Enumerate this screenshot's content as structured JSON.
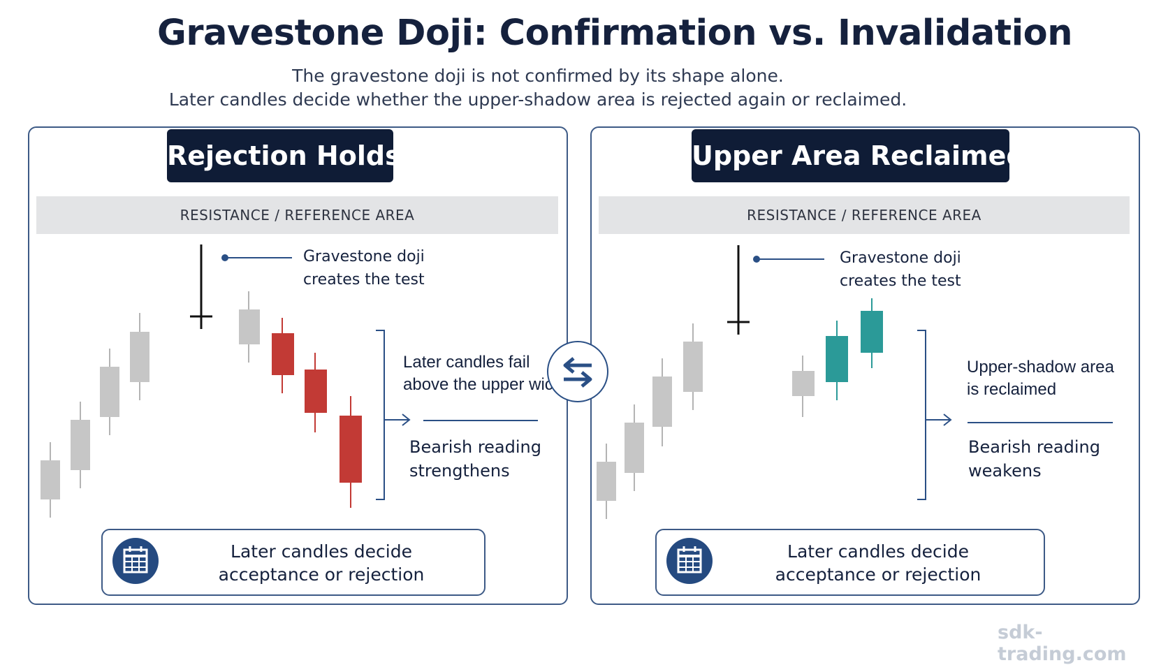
{
  "title": "Gravestone Doji: Confirmation vs. Invalidation",
  "subtitle": {
    "line1": "The gravestone doji is not confirmed by its shape alone.",
    "line2": "Later candles decide whether the upper-shadow area is rejected again or reclaimed."
  },
  "colors": {
    "navy": "#0f1c36",
    "border": "#3d5a86",
    "neutral_candle": "#c6c6c6",
    "bearish_candle": "#c23a35",
    "bullish_candle": "#2b9a98",
    "band": "#e3e4e6"
  },
  "left_panel": {
    "heading": "Rejection Holds",
    "band_label": "RESISTANCE / REFERENCE AREA",
    "doji_label": {
      "line1": "Gravestone doji",
      "line2": "creates the test"
    },
    "bracket_label": {
      "line1": "Later candles fail",
      "line2": "above the upper wick"
    },
    "outcome": {
      "line1": "Bearish reading",
      "line2": "strengthens"
    },
    "footer": {
      "icon": "calendar-icon",
      "line1": "Later candles decide",
      "line2": "acceptance or rejection"
    }
  },
  "right_panel": {
    "heading": "Upper Area Reclaimed",
    "band_label": "RESISTANCE / REFERENCE AREA",
    "doji_label": {
      "line1": "Gravestone doji",
      "line2": "creates the test"
    },
    "bracket_label": {
      "line1": "Upper-shadow area",
      "line2": "is reclaimed"
    },
    "outcome": {
      "line1": "Bearish reading",
      "line2": "weakens"
    },
    "footer": {
      "icon": "calendar-icon",
      "line1": "Later candles decide",
      "line2": "acceptance or rejection"
    }
  },
  "center_icon": "swap-arrows-icon",
  "watermark": "sdk-trading.com"
}
